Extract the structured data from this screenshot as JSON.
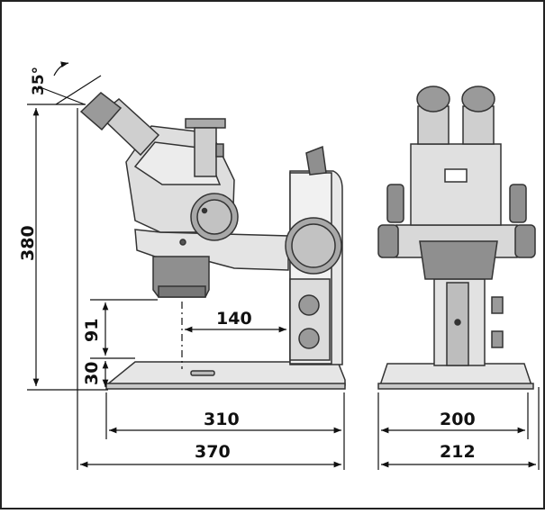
{
  "dimensions": {
    "angle": "35°",
    "overall_height": "380",
    "column_height": "91",
    "base_thickness": "30",
    "working_distance": "140",
    "base_length": "310",
    "overall_length": "370",
    "base_width": "200",
    "overall_width": "212"
  },
  "colors": {
    "line": "#111111",
    "body_light": "#e4e4e4",
    "body_mid": "#c9c9c9",
    "body_dark": "#8f8f8f",
    "frame": "#222222"
  }
}
